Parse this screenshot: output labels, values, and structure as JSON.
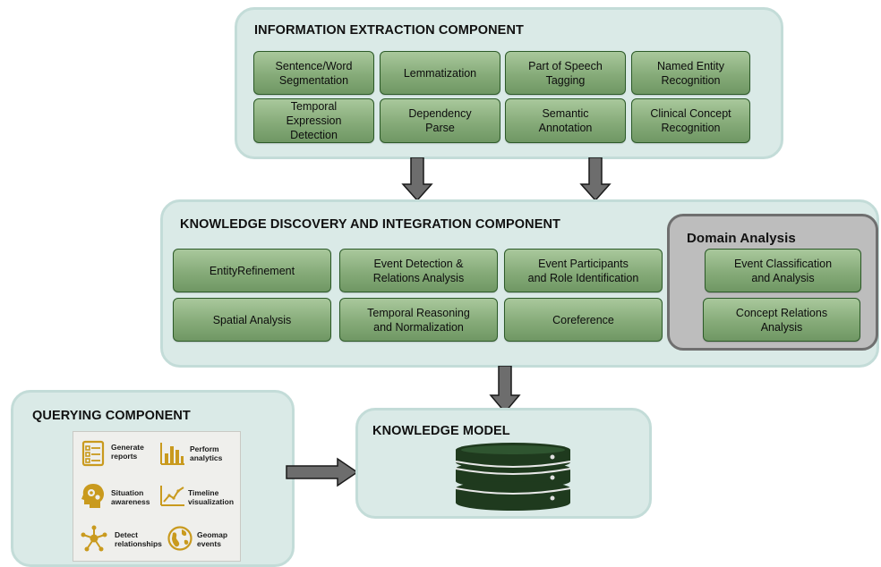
{
  "info_extraction": {
    "title": "INFORMATION EXTRACTION COMPONENT",
    "boxes": [
      "Sentence/Word\nSegmentation",
      "Lemmatization",
      "Part of Speech\nTagging",
      "Named Entity\nRecognition",
      "Temporal\nExpression\nDetection",
      "Dependency\nParse",
      "Semantic\nAnnotation",
      "Clinical Concept\nRecognition"
    ]
  },
  "knowledge_discovery": {
    "title": "KNOWLEDGE DISCOVERY AND INTEGRATION COMPONENT",
    "boxes": [
      "EntityRefinement",
      "Event Detection &\nRelations Analysis",
      "Event Participants\nand Role Identification",
      "Spatial Analysis",
      "Temporal Reasoning\nand Normalization",
      "Coreference"
    ]
  },
  "domain_analysis": {
    "title": "Domain Analysis",
    "boxes": [
      "Event Classification\nand Analysis",
      "Concept Relations\nAnalysis"
    ]
  },
  "querying": {
    "title": "QUERYING COMPONENT",
    "items": [
      "Generate\nreports",
      "Perform\nanalytics",
      "Situation\nawareness",
      "Timeline\nvisualization",
      "Detect\nrelationships",
      "Geomap\nevents"
    ],
    "icon_names": [
      "checklist-icon",
      "bar-chart-icon",
      "head-gear-icon",
      "line-chart-icon",
      "network-icon",
      "globe-icon"
    ]
  },
  "knowledge_model": {
    "title": "KNOWLEDGE MODEL",
    "icon": "database-icon"
  },
  "colors": {
    "panel_bg": "#daeae7",
    "box_green": "#86ab79",
    "domain_bg": "#bdbdbd",
    "icon_gold": "#c99a1e",
    "db_dark": "#1f3a1e"
  }
}
